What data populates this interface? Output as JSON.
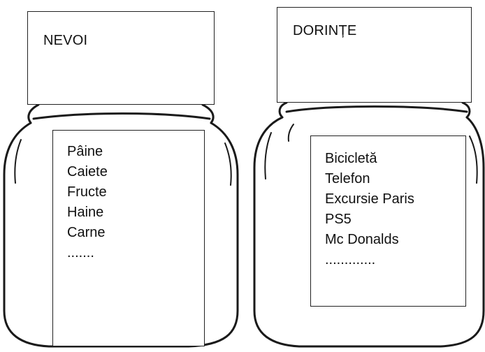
{
  "jars": {
    "left": {
      "title": "NEVOI",
      "items": [
        "Pâine",
        "Caiete",
        "Fructe",
        "Haine",
        "Carne",
        "......."
      ]
    },
    "right": {
      "title": "DORINȚE",
      "items": [
        "Bicicletă",
        "Telefon",
        "Excursie Paris",
        "PS5",
        "Mc Donalds",
        "............."
      ]
    }
  },
  "colors": {
    "outline": "#1a1a1a",
    "background": "#ffffff"
  },
  "icons": [
    "jar-icon",
    "jar-icon"
  ]
}
